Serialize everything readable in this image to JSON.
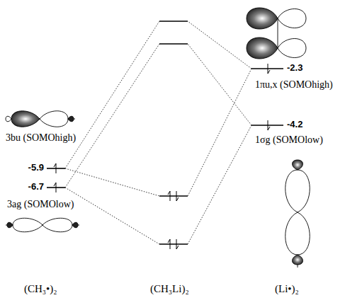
{
  "diagram": {
    "labels": [
      "3bu (SOMOhigh)",
      "-5.9",
      "-6.7",
      "3ag (SOMOlow)",
      "-2.3",
      "1πu,x (SOMOhigh)",
      "-4.2",
      "1σg (SOMOlow)",
      "(CH₃•)₂",
      "(CH₃Li)₂",
      "(Li•)₂"
    ]
  }
}
